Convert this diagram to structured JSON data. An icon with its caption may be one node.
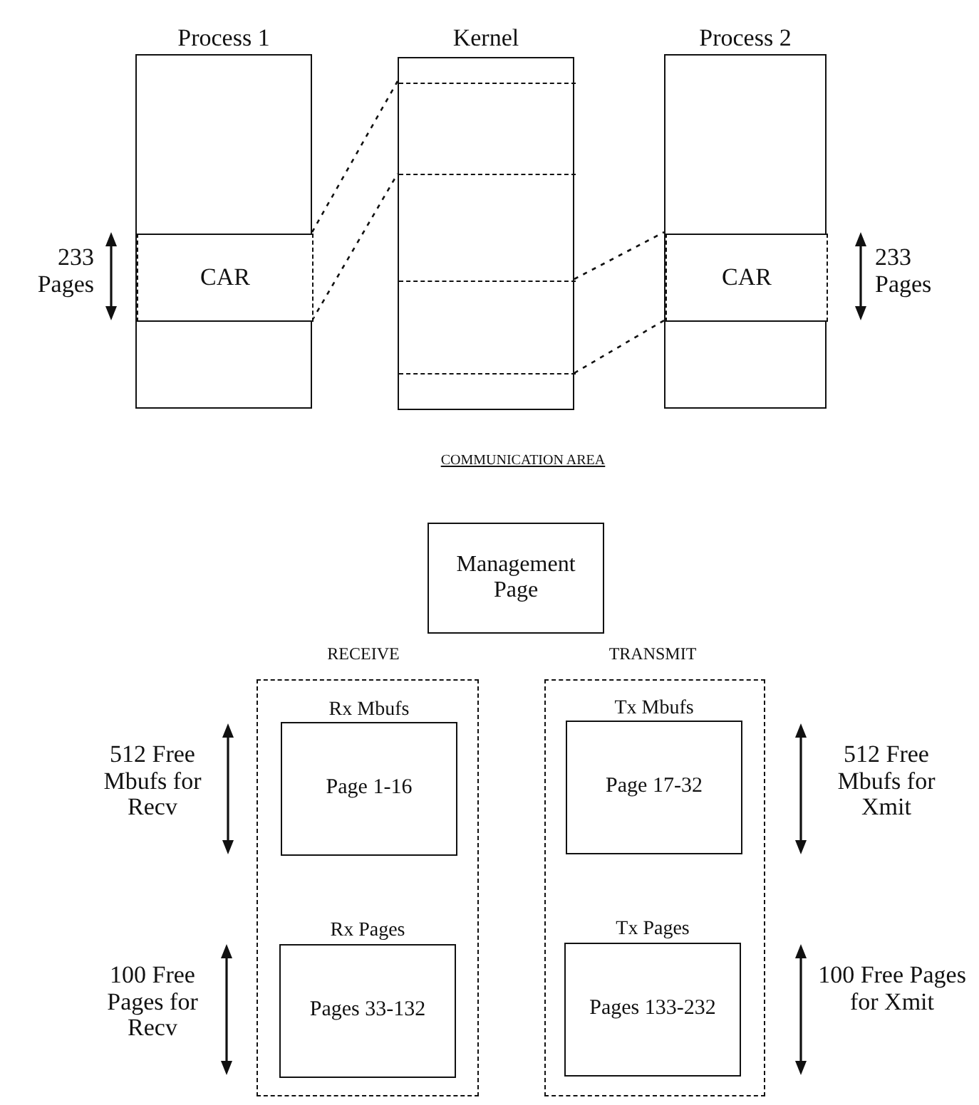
{
  "diagram": {
    "nodes": [
      {
        "text": [
          "Process 1"
        ]
      },
      {
        "text": [
          "CAR"
        ],
        "in": 0
      },
      {
        "text": [
          "Kernel"
        ]
      },
      {
        "text": [],
        "shape": "box",
        "in": 2
      },
      {
        "text": [],
        "shape": "box",
        "in": 2
      },
      {
        "text": [
          "Process 2"
        ]
      },
      {
        "text": [
          "CAR"
        ],
        "in": 5
      },
      {
        "text": [
          "Management Page"
        ]
      },
      {
        "text": [
          "RECEIVE"
        ]
      },
      {
        "text": [
          "Rx Mbufs",
          "Page 1-16"
        ],
        "in": 8
      },
      {
        "text": [
          "Rx Pages",
          "Pages 33-132"
        ],
        "in": 8
      },
      {
        "text": [
          "TRANSMIT"
        ]
      },
      {
        "text": [
          "Tx Mbufs",
          "Page 17-32"
        ],
        "in": 11
      },
      {
        "text": [
          "Tx Pages",
          "Pages 133-232"
        ],
        "in": 11
      }
    ],
    "edges": [
      {
        "from": 1,
        "to": 3,
        "arrow": "none",
        "style": "dashed"
      },
      {
        "from": 1,
        "to": 3,
        "arrow": "none",
        "style": "dashed"
      },
      {
        "from": 4,
        "to": 6,
        "arrow": "none",
        "style": "dashed"
      },
      {
        "from": 4,
        "to": 6,
        "arrow": "none",
        "style": "dashed"
      }
    ],
    "labels": [
      "233 Pages",
      "233 Pages",
      "COMMUNICATION AREA",
      "512 Free Mbufs for Recv",
      "512 Free Mbufs for Xmit",
      "100 Free Pages for Recv",
      "100 Free Pages for Xmit"
    ]
  }
}
